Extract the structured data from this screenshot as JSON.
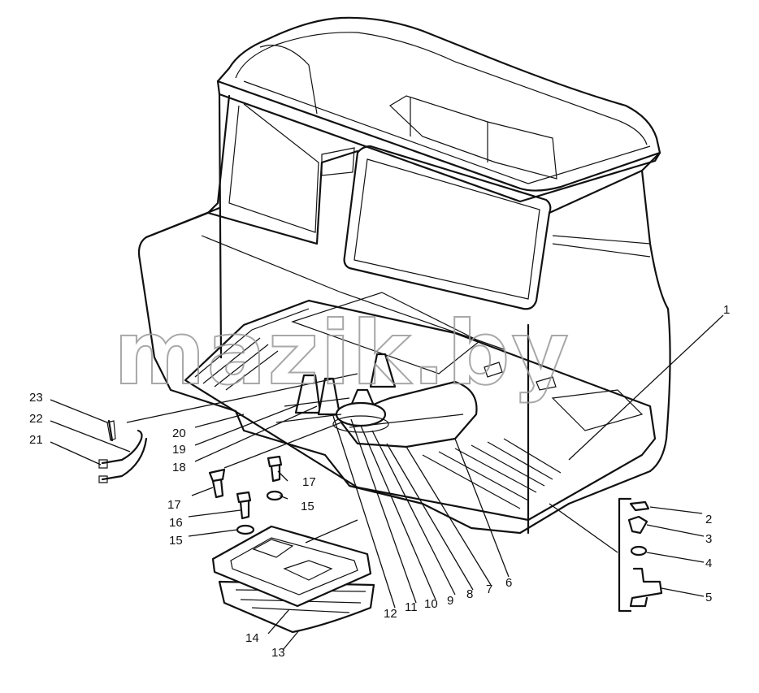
{
  "watermark": "mazik.by",
  "callouts": [
    "1",
    "2",
    "3",
    "4",
    "5",
    "6",
    "7",
    "8",
    "9",
    "10",
    "11",
    "12",
    "13",
    "14",
    "15",
    "15",
    "16",
    "17",
    "17",
    "18",
    "19",
    "20",
    "21",
    "22",
    "23"
  ]
}
